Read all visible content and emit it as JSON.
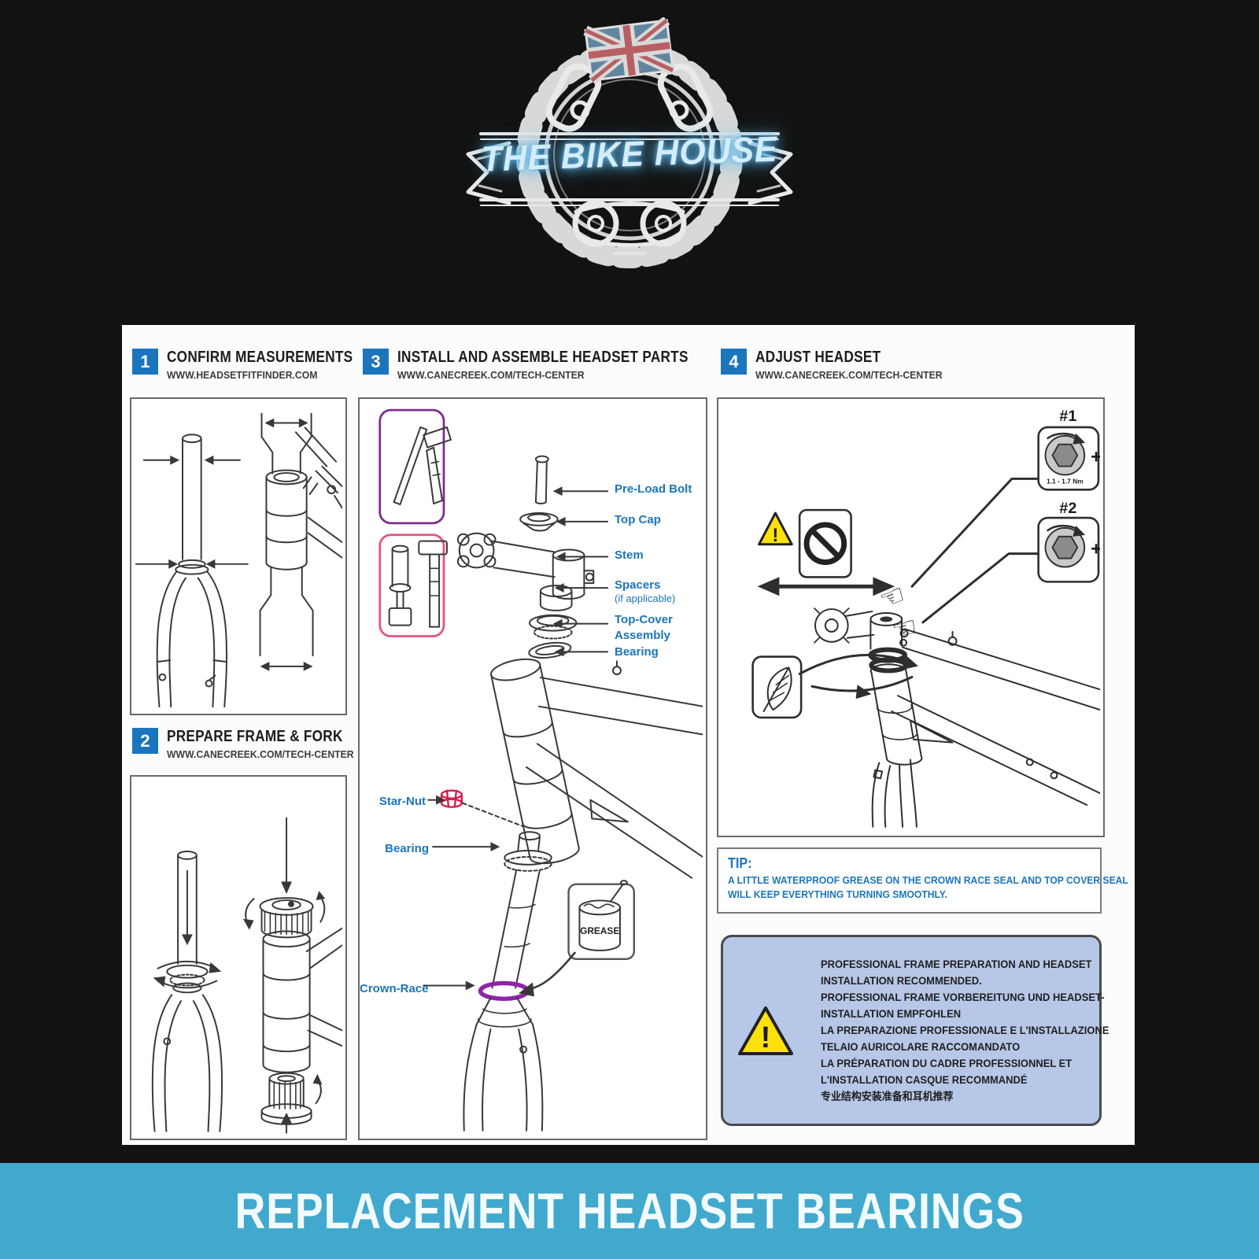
{
  "logo": {
    "title": "THE BIKE HOUSE"
  },
  "banner": {
    "text": "REPLACEMENT HEADSET BEARINGS"
  },
  "sections": [
    {
      "number": "1",
      "title": "CONFIRM MEASUREMENTS",
      "url": "WWW.HEADSETFITFINDER.COM"
    },
    {
      "number": "2",
      "title": "PREPARE FRAME & FORK",
      "url": "WWW.CANECREEK.COM/TECH-CENTER"
    },
    {
      "number": "3",
      "title": "INSTALL AND ASSEMBLE HEADSET PARTS",
      "url": "WWW.CANECREEK.COM/TECH-CENTER"
    },
    {
      "number": "4",
      "title": "ADJUST HEADSET",
      "url": "WWW.CANECREEK.COM/TECH-CENTER"
    }
  ],
  "assembly_labels": {
    "pre_load_bolt": "Pre-Load Bolt",
    "top_cap": "Top Cap",
    "stem": "Stem",
    "spacers": "Spacers",
    "spacers_note": "(if applicable)",
    "top_cover_1": "Top-Cover",
    "top_cover_2": "Assembly",
    "top_cover_3": "Bearing",
    "star_nut": "Star-Nut",
    "bearing": "Bearing",
    "crown_race": "Crown-Race",
    "grease": "GREASE"
  },
  "adjust": {
    "step_1": "#1",
    "step_2": "#2",
    "torque_1": "1.1 - 1.7 Nm",
    "plus": "+",
    "warning_mark": "!",
    "hand": "☜"
  },
  "tip": {
    "heading": "TIP:",
    "line_1": "A LITTLE WATERPROOF GREASE ON THE CROWN RACE SEAL AND TOP COVER SEAL",
    "line_2": "WILL KEEP EVERYTHING TURNING SMOOTHLY."
  },
  "notice": {
    "warning_mark": "!",
    "lines": [
      "PROFESSIONAL FRAME PREPARATION AND HEADSET",
      "INSTALLATION RECOMMENDED.",
      "PROFESSIONAL FRAME VORBEREITUNG UND HEADSET-",
      "INSTALLATION EMPFOHLEN",
      "LA PREPARAZIONE PROFESSIONALE E L'INSTALLAZIONE",
      "TELAIO AURICOLARE RACCOMANDATO",
      "LA PRÉPARATION DU CADRE PROFESSIONNEL ET",
      "L'INSTALLATION CASQUE RECOMMANDÉ",
      "专业结构安装准备和耳机推荐"
    ]
  },
  "icons": {
    "uk_flag": "union-jack-flag",
    "gear_emblem": "chainring-gear",
    "warning": "warning-triangle",
    "prohibition": "no-symbol",
    "hand_pointer": "pointing-hand",
    "feather": "feather-light-touch",
    "grease_can": "grease-can",
    "hammer": "hammer-tool",
    "caliper": "vernier-caliper",
    "hex_bolt": "hex-wrench-bolt"
  },
  "colors": {
    "accent-blue": "#1b75bc",
    "banner-bg": "#41a9ce",
    "banner-text": "#f2fbff",
    "notice-bg": "#b7c7e7",
    "warning-yellow": "#ffe10a",
    "star-red": "#d41f4d",
    "crown-purple": "#8e24aa",
    "tool-purple": "#7b2e8f",
    "tool-pink": "#e0557e",
    "logo-text": "#d5ecfa",
    "logo-glow": "#5fb7e8",
    "ink": "#383838"
  }
}
